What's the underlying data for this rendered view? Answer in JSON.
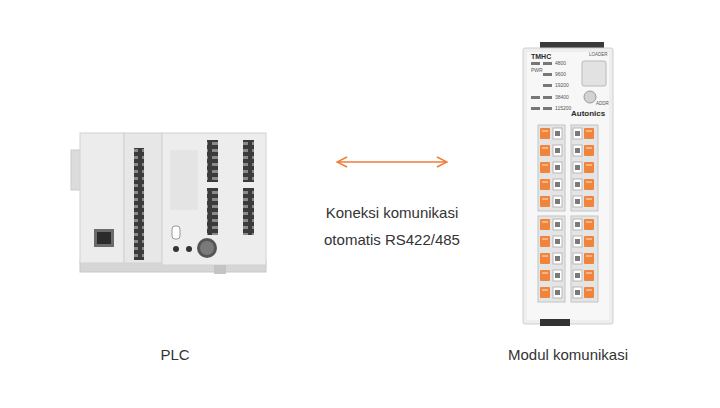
{
  "diagram": {
    "nodes": [
      {
        "text": [
          "PLC"
        ]
      },
      {
        "text": [
          "Modul komunikasi"
        ]
      }
    ],
    "edges": [
      {
        "from": 0,
        "to": 1,
        "arrow": "both",
        "label": "Koneksi komunikasi otomatis RS422/485"
      }
    ],
    "labels": [
      "TMHC",
      "LOADER",
      "4800",
      "PWR",
      "9600",
      "19200",
      "38400",
      "ADDR",
      "115200",
      "Autonics"
    ]
  }
}
